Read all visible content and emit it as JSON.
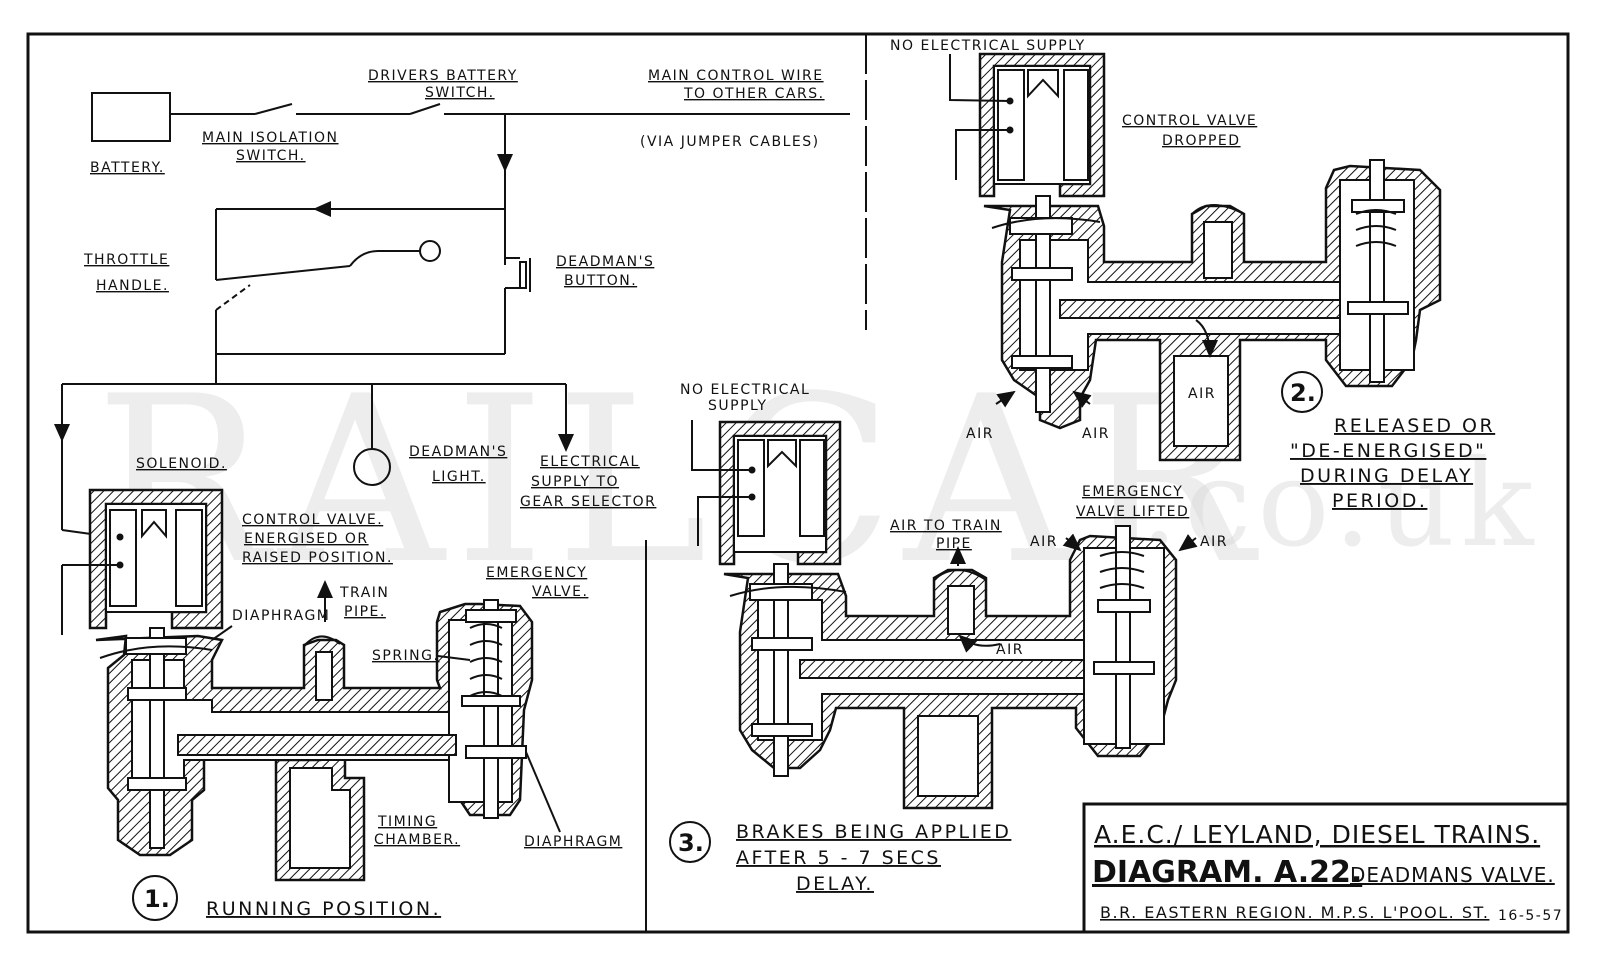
{
  "watermark": {
    "main": "RAILCAR",
    "suffix": ".co.uk"
  },
  "circuit": {
    "battery": "BATTERY.",
    "main_isolation_switch": [
      "MAIN ISOLATION",
      "SWITCH."
    ],
    "drivers_battery_switch": [
      "DRIVERS  BATTERY",
      "SWITCH."
    ],
    "main_control_wire": [
      "MAIN CONTROL WIRE",
      "TO OTHER CARS."
    ],
    "via_jumper_cables": "(VIA JUMPER CABLES)",
    "throttle_handle": [
      "THROTTLE",
      "HANDLE."
    ],
    "deadmans_button": [
      "DEADMAN'S",
      "BUTTON."
    ],
    "deadmans_light": [
      "DEADMAN'S",
      "LIGHT."
    ],
    "electrical_supply": [
      "ELECTRICAL",
      "SUPPLY TO",
      "GEAR SELECTOR"
    ]
  },
  "panel1": {
    "number": "1.",
    "caption": "RUNNING  POSITION.",
    "solenoid": "SOLENOID.",
    "control_valve": [
      "CONTROL VALVE.",
      "ENERGISED OR",
      "RAISED POSITION."
    ],
    "diaphragm_top": "DIAPHRAGM",
    "train_pipe": [
      "TRAIN",
      "PIPE."
    ],
    "emergency_valve": [
      "EMERGENCY",
      "VALVE."
    ],
    "spring": "SPRING.",
    "timing_chamber": [
      "TIMING",
      "CHAMBER."
    ],
    "diaphragm_bottom": "DIAPHRAGM"
  },
  "panel2": {
    "number": "2.",
    "no_supply": "NO ELECTRICAL SUPPLY",
    "control_valve": [
      "CONTROL VALVE",
      "DROPPED"
    ],
    "air_chamber": "AIR",
    "air_left": "AIR",
    "air_right": "AIR",
    "caption": [
      "RELEASED OR",
      "\"DE-ENERGISED\"",
      "DURING DELAY",
      "PERIOD."
    ]
  },
  "panel3": {
    "number": "3.",
    "no_supply": [
      "NO ELECTRICAL",
      "SUPPLY"
    ],
    "air_to_train_pipe": [
      "AIR TO TRAIN",
      "PIPE"
    ],
    "emergency_valve": [
      "EMERGENCY",
      "VALVE LIFTED"
    ],
    "air_left": "AIR",
    "air_right": "AIR",
    "air_flow": "AIR",
    "caption": [
      "BRAKES BEING APPLIED",
      "AFTER  5 - 7 SECS",
      "DELAY."
    ]
  },
  "title_block": {
    "line1": "A.E.C./ LEYLAND, DIESEL  TRAINS.",
    "line2_main": "DIAGRAM. A.22.",
    "line2_sub": "DEADMANS VALVE.",
    "line3": "B.R. EASTERN REGION. M.P.S. L'POOL. ST.",
    "date": "16-5-57"
  }
}
